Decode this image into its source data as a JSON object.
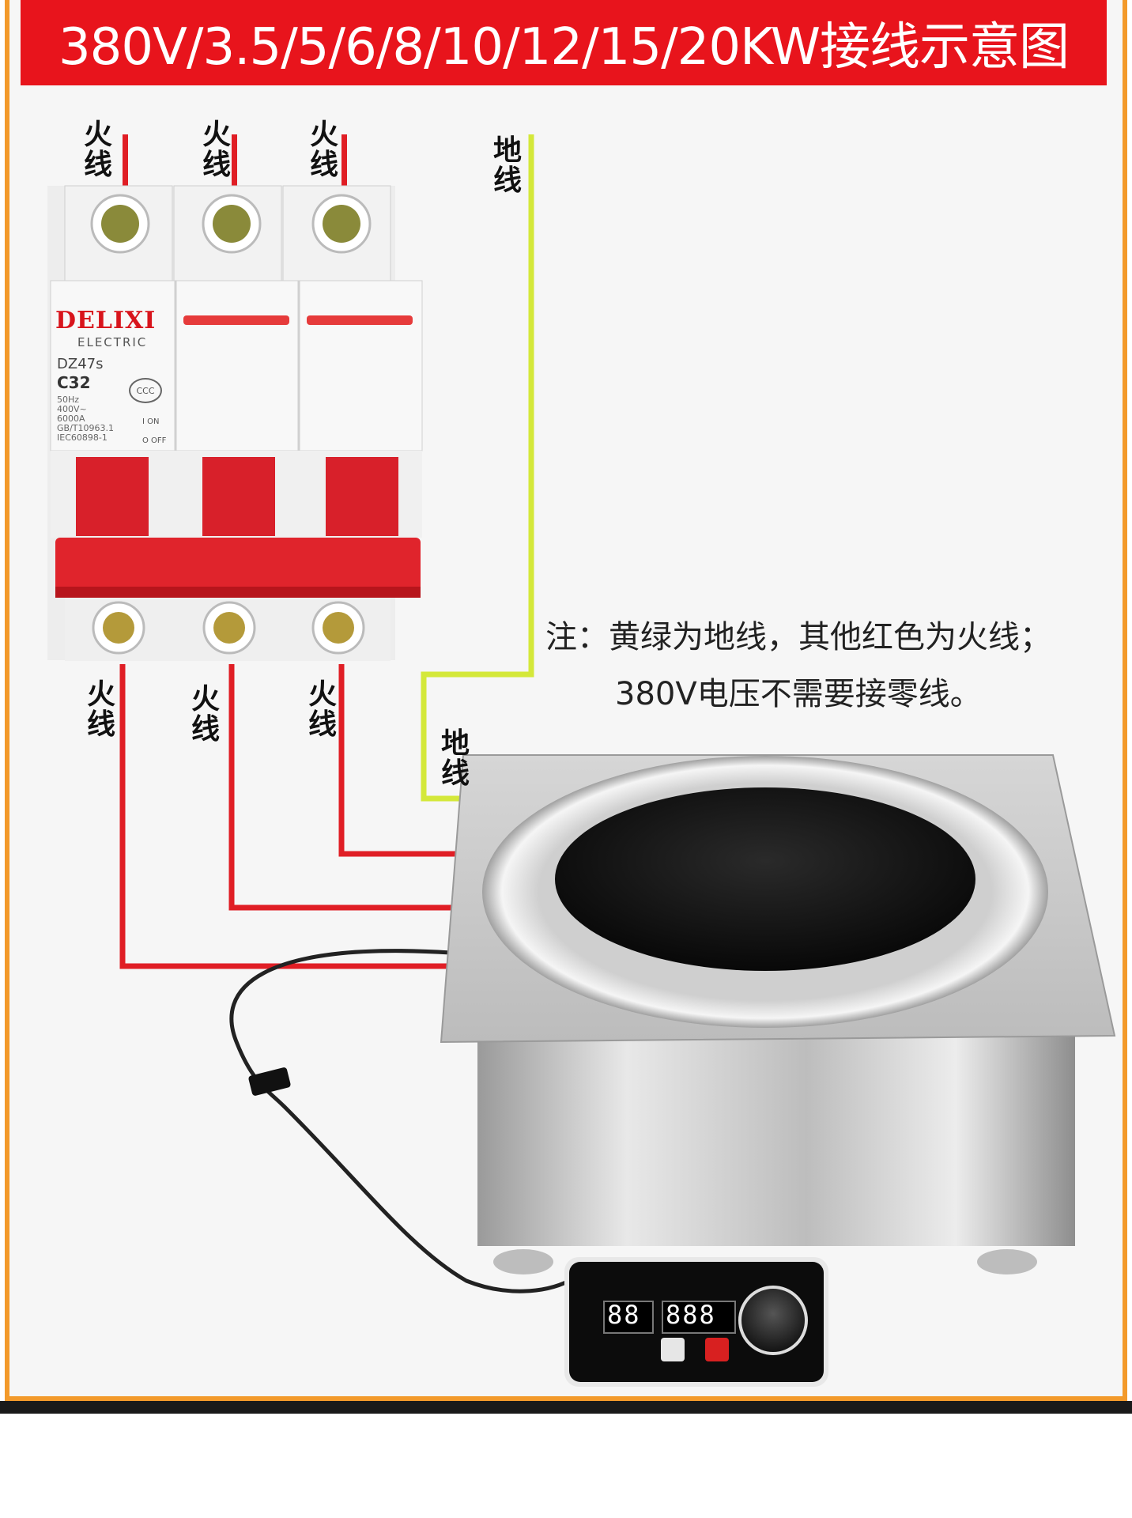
{
  "title": "380V/3.5/5/6/8/10/12/15/20KW接线示意图",
  "labels": {
    "live": "火线",
    "earth": "地线"
  },
  "breaker": {
    "brand": "DELIXI",
    "sub": "ELECTRIC",
    "model": "DZ47s",
    "rating": "C32",
    "spec": "50Hz\n400V~\n6000A\nGB/T10963.1\nIEC60898-1",
    "cert": "CCC",
    "on": "I ON",
    "off": "O OFF"
  },
  "note": {
    "line1": "注：黄绿为地线，其他红色为火线；",
    "line2": "380V电压不需要接零线。"
  },
  "panel": {
    "display_left": "88",
    "display_right": "888"
  },
  "colors": {
    "title_bg": "#e8141c",
    "live_wire": "#e01e25",
    "earth_wire": "#d4e83a",
    "frame": "#f39a2b"
  }
}
